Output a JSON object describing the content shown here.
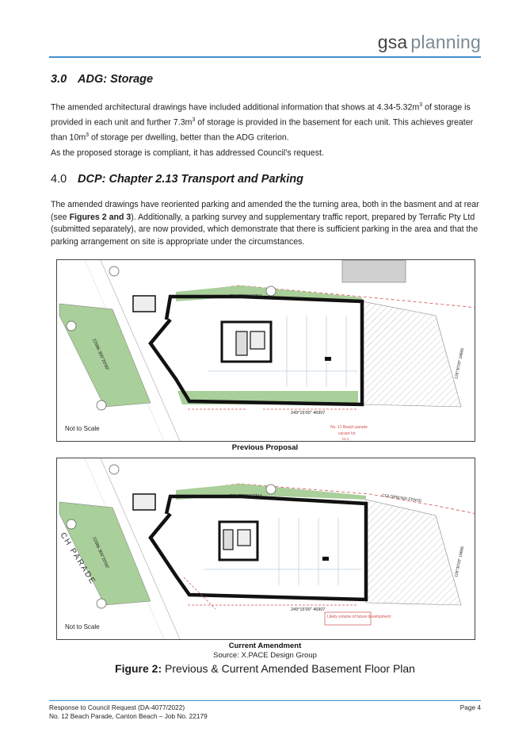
{
  "header": {
    "logo_gsa": "gsa",
    "logo_planning": "planning"
  },
  "section_storage": {
    "number": "3.0",
    "title": "ADG: Storage",
    "para1_a": "The amended architectural drawings have included additional information that shows at 4.34-5.32m",
    "para1_b": " of storage is provided in each unit and further 7.3m",
    "para1_c": " of storage is provided in the basement for each unit. This achieves greater than 10m",
    "para1_d": " of storage per dwelling, better than the ADG criterion.",
    "sup": "3",
    "para2": "As the proposed storage is compliant, it has addressed Council’s request."
  },
  "section_dcp": {
    "number": "4.0",
    "title": "DCP: Chapter 2.13 Transport and Parking",
    "para_a": "The amended drawings have reoriented parking and amended the the turning area, both in the basment and at rear (see ",
    "para_bold": "Figures 2 and 3",
    "para_b": "). Additionally, a parking survey and supplementary traffic report, prepared by Terrafic Pty Ltd (submitted separately), are now provided, which demonstrate that there is sufficient parking in the area and that the parking arrangement on site is appropriate under the circumstances."
  },
  "figure1": {
    "not_to_scale": "Not to Scale",
    "caption": "Previous Proposal",
    "bearing_top": "76°43'30\"  52794",
    "bearing_bottom": "249°15'00\"   46907",
    "bearing_left": "22686   300°20'00\"",
    "bearing_right": "126°30'00\" 18666",
    "lot_label": "No. 11 Beach parade",
    "lot_sub": "vacant lot",
    "lot_num": "lot 2"
  },
  "figure2": {
    "not_to_scale": "Not to Scale",
    "caption": "Current Amendment",
    "source": "Source: X.PACE Design Group",
    "bearing_top": "76°43'30\"  52794",
    "bearing_bottom": "249°15'00\"   46907",
    "bearing_left": "22686   300°20'00\"",
    "bearing_right": "126°30'00\" 18666",
    "street": "CH PARADE",
    "fence": "COLORBOND FENCE",
    "future": "Likely volume of future development"
  },
  "figure_title": {
    "label": "Figure 2:",
    "text": " Previous & Current Amended Basement Floor Plan"
  },
  "footer": {
    "line1": "Response to Council Request (DA-4077/2022)",
    "line2": "No. 12 Beach Parade, Canton Beach – Job No. 22179",
    "page": "Page 4"
  },
  "colors": {
    "accent": "#3f8fcf",
    "landscape": "#a9cf9a",
    "wall": "#111111",
    "hatch": "#bdbdbd"
  }
}
